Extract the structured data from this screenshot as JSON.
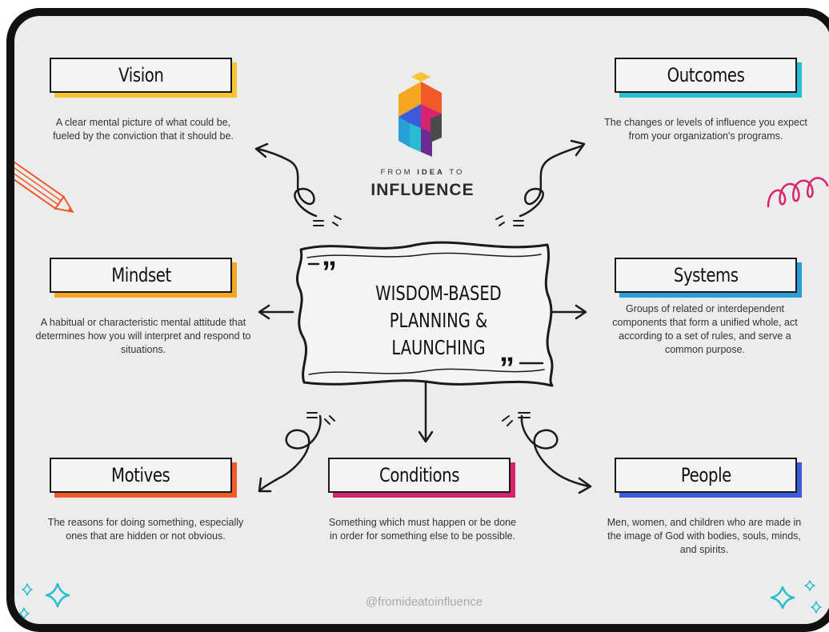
{
  "logo": {
    "sub_prefix": "FROM",
    "sub_emphasis": "IDEA",
    "sub_suffix": "TO",
    "main": "INFLUENCE"
  },
  "center": {
    "line1": "WISDOM-BASED",
    "line2": "PLANNING &",
    "line3": "LAUNCHING"
  },
  "nodes": [
    {
      "title": "Vision",
      "desc": "A clear mental picture of what could be, fueled by the conviction that it should be.",
      "accent": "#f5c431"
    },
    {
      "title": "Outcomes",
      "desc": "The changes or levels of influence you expect from your organization's programs.",
      "accent": "#28bcd0"
    },
    {
      "title": "Mindset",
      "desc": "A habitual or characteristic mental attitude that determines how you will interpret and respond to situations.",
      "accent": "#f5a623"
    },
    {
      "title": "Systems",
      "desc": "Groups of related or interdependent components that form a unified whole, act according to a set of rules, and serve a common purpose.",
      "accent": "#2a9fd6"
    },
    {
      "title": "Motives",
      "desc": "The reasons for doing something, especially ones that are hidden or not obvious.",
      "accent": "#ef5a28"
    },
    {
      "title": "Conditions",
      "desc": "Something which must happen or be done in order for something else to be possible.",
      "accent": "#d6246e"
    },
    {
      "title": "People",
      "desc": "Men, women, and children who are made in the image of God with bodies, souls, minds, and spirits.",
      "accent": "#3b5bdb"
    }
  ],
  "handle": "@fromideatoinfluence",
  "colors": {
    "background": "#ececec",
    "frame": "#111111",
    "pencil": "#ef5a28",
    "squiggle": "#d6246e",
    "sparkle": "#28bcd0"
  },
  "icons": [
    "logo-cube-icon",
    "pencil-icon",
    "squiggle-icon",
    "sparkle-icon"
  ]
}
